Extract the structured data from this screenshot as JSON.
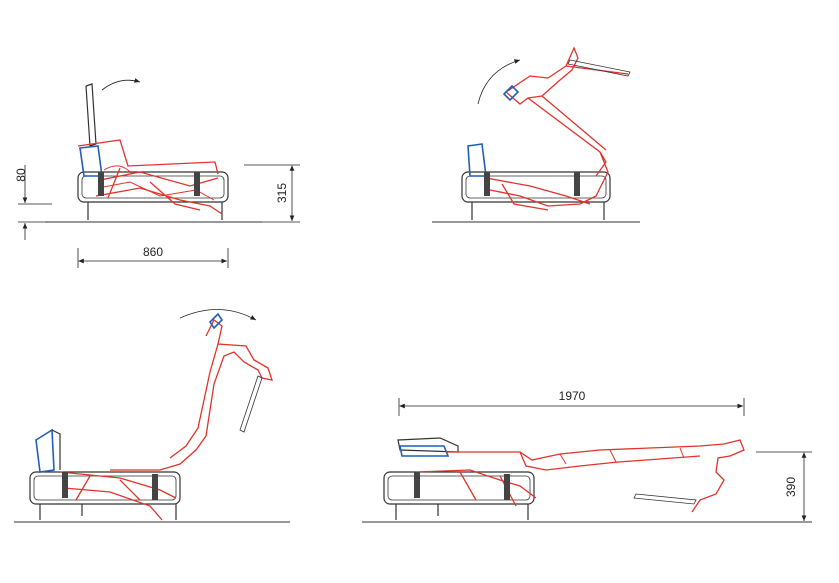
{
  "colors": {
    "frame": "#333333",
    "mechanism": "#e2332b",
    "seat_edge": "#1f5fb8",
    "background": "#ffffff"
  },
  "dimensions": {
    "leg_height": "80",
    "seat_height": "315",
    "depth_folded": "860",
    "length_unfolded": "1970",
    "height_unfolded": "390"
  },
  "stages": [
    "folded",
    "opening",
    "raising",
    "unfolded"
  ]
}
